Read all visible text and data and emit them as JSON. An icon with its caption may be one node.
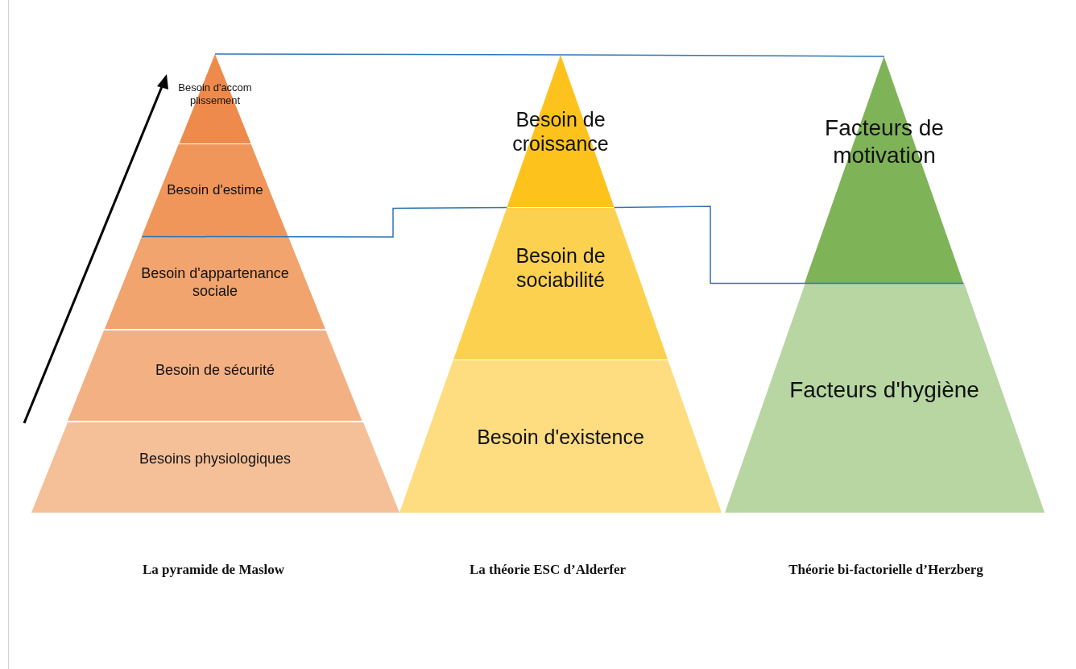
{
  "diagram": {
    "nodes": [
      {
        "text": [
          "Besoin d'accomplissement"
        ]
      },
      {
        "text": [
          "Besoin d'estime"
        ]
      },
      {
        "text": [
          "Besoin d'appartenance sociale"
        ]
      },
      {
        "text": [
          "Besoin de sécurité"
        ]
      },
      {
        "text": [
          "Besoins physiologiques"
        ]
      },
      {
        "text": [
          "Besoin de croissance"
        ]
      },
      {
        "text": [
          "Besoin de sociabilité"
        ]
      },
      {
        "text": [
          "Besoin d'existence"
        ]
      },
      {
        "text": [
          "Facteurs de motivation"
        ]
      },
      {
        "text": [
          "Facteurs d'hygiène"
        ]
      }
    ],
    "edges": [
      {
        "from": 0,
        "to": 5,
        "arrow": "none"
      },
      {
        "from": 5,
        "to": 8,
        "arrow": "none"
      },
      {
        "from": 1,
        "to": 5,
        "arrow": "none"
      },
      {
        "from": 5,
        "to": 8,
        "arrow": "none"
      }
    ],
    "labels": [
      "La pyramide de Maslow",
      "La théorie ESC d’Alderfer",
      "Théorie bi-factorielle d’Herzberg"
    ]
  }
}
